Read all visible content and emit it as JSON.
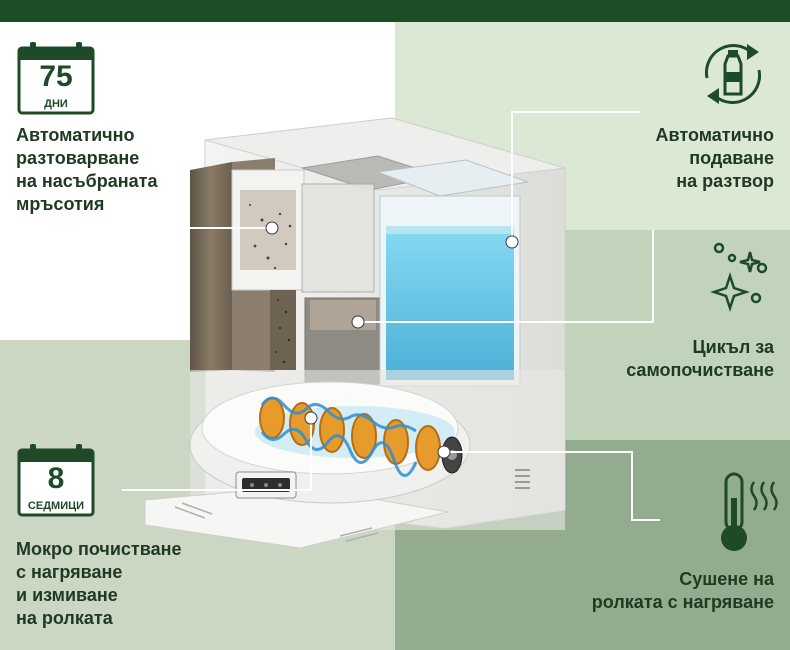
{
  "features": {
    "decompose": {
      "text": "Автоматично\nразтоварване\nна насъбраната\nмръсотия"
    },
    "dispense": {
      "text": "Автоматично\nподаване\nна разтвор"
    },
    "self_clean": {
      "text": "Цикъл за\nсамопочистване"
    },
    "wet_clean": {
      "text": "Мокро почистване\nс нагряване\nи измиване\nна ролката"
    },
    "dry": {
      "text": "Сушене на\nролката с нагряване"
    }
  },
  "badges": {
    "days": {
      "number": "75",
      "unit": "ДНИ"
    },
    "weeks": {
      "number": "8",
      "unit": "СЕДМИЦИ"
    }
  },
  "icons": {
    "calendar": "calendar-icon",
    "bottle": "refill-bottle-icon",
    "sparkle": "sparkle-icon",
    "thermometer": "thermometer-heat-icon"
  },
  "colors": {
    "header": "#1d4d27",
    "text": "#1e3a22",
    "icon": "#1e4a28",
    "water": "#5bc7e8"
  }
}
